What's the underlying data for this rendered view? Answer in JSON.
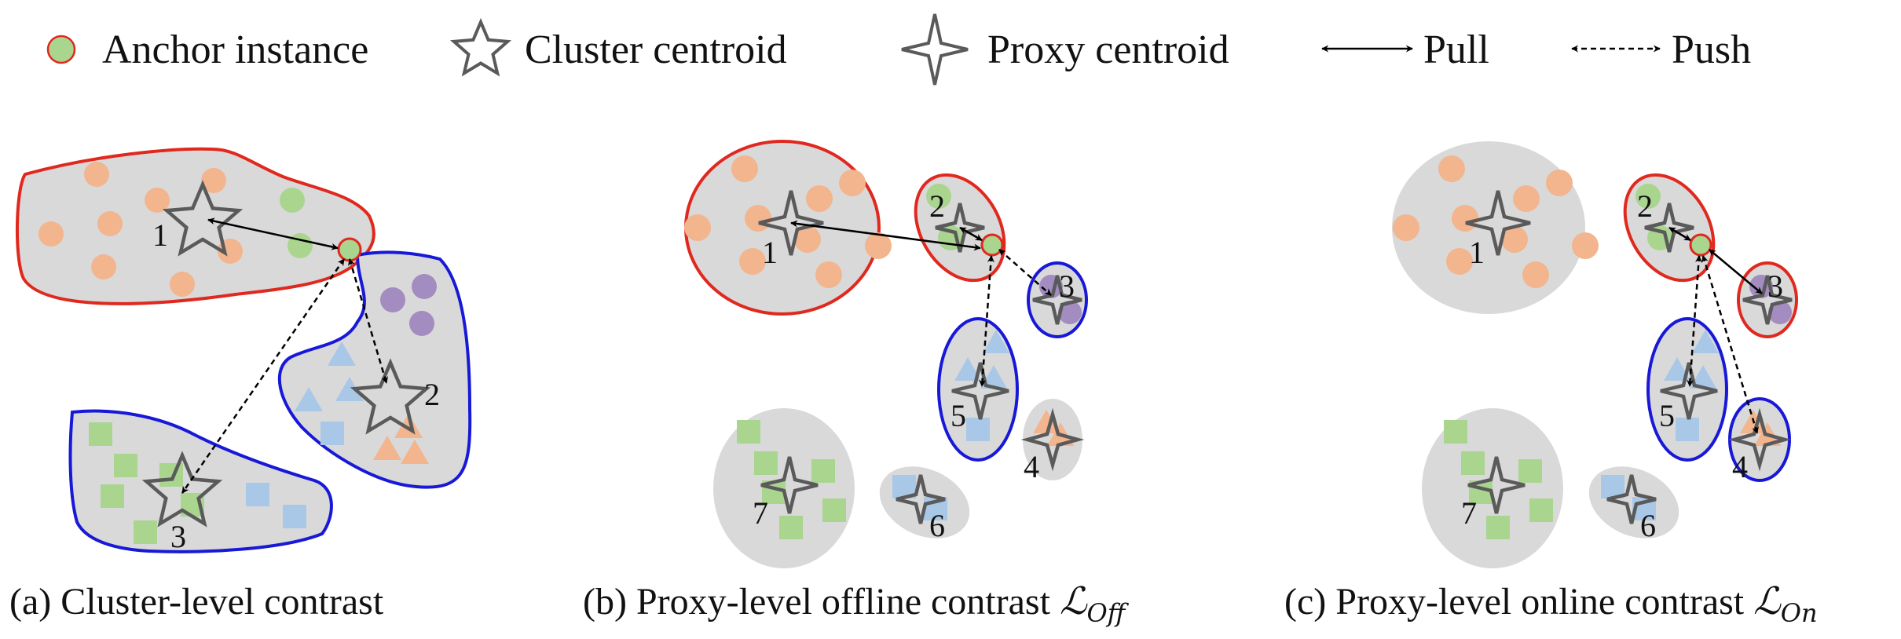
{
  "legend": {
    "anchor": "Anchor instance",
    "cluster": "Cluster centroid",
    "proxy": "Proxy centroid",
    "pull": "Pull",
    "push": "Push"
  },
  "captions": {
    "a": "(a) Cluster-level contrast",
    "b_prefix": "(b) Proxy-level offline contrast ",
    "b_math": "ℒ",
    "b_sub": "Off",
    "c_prefix": "(c) Proxy-level online contrast ",
    "c_math": "ℒ",
    "c_sub": "On"
  },
  "labels_a": [
    "1",
    "2",
    "3"
  ],
  "labels_b": [
    "1",
    "2",
    "3",
    "4",
    "5",
    "6",
    "7"
  ],
  "labels_c": [
    "1",
    "2",
    "3",
    "4",
    "5",
    "6",
    "7"
  ],
  "colors": {
    "orange": "#f2b58e",
    "green": "#a9d58f",
    "purple": "#a38cc0",
    "blue": "#a9c8e8",
    "region_fill": "#d9d9d9",
    "red_outline": "#e0281e",
    "blue_outline": "#1818d8",
    "star_stroke": "#5a5a5a"
  }
}
